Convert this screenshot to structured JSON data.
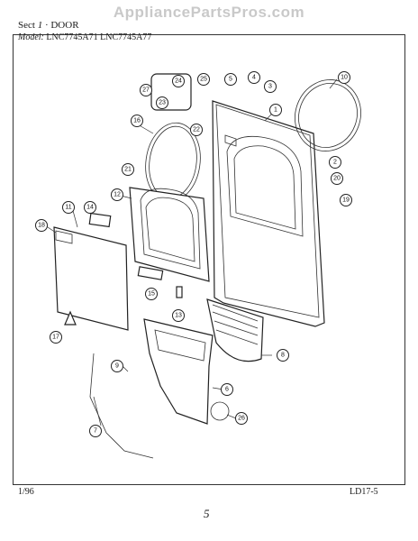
{
  "watermark": "AppliancePartsPros.com",
  "header": {
    "sect_label": "Sect",
    "sect_value": "1",
    "sect_title": "· DOOR",
    "model_label": "Model:",
    "models": "LNC7745A71  LNC7745A77"
  },
  "footer": {
    "date": "1/96",
    "code": "LD17-5",
    "page_mark": "5"
  },
  "callouts": [
    "1",
    "2",
    "3",
    "4",
    "5",
    "6",
    "7",
    "8",
    "9",
    "10",
    "11",
    "12",
    "13",
    "14",
    "15",
    "16",
    "17",
    "18",
    "19",
    "20",
    "21",
    "22",
    "23",
    "24",
    "25",
    "26",
    "27"
  ]
}
